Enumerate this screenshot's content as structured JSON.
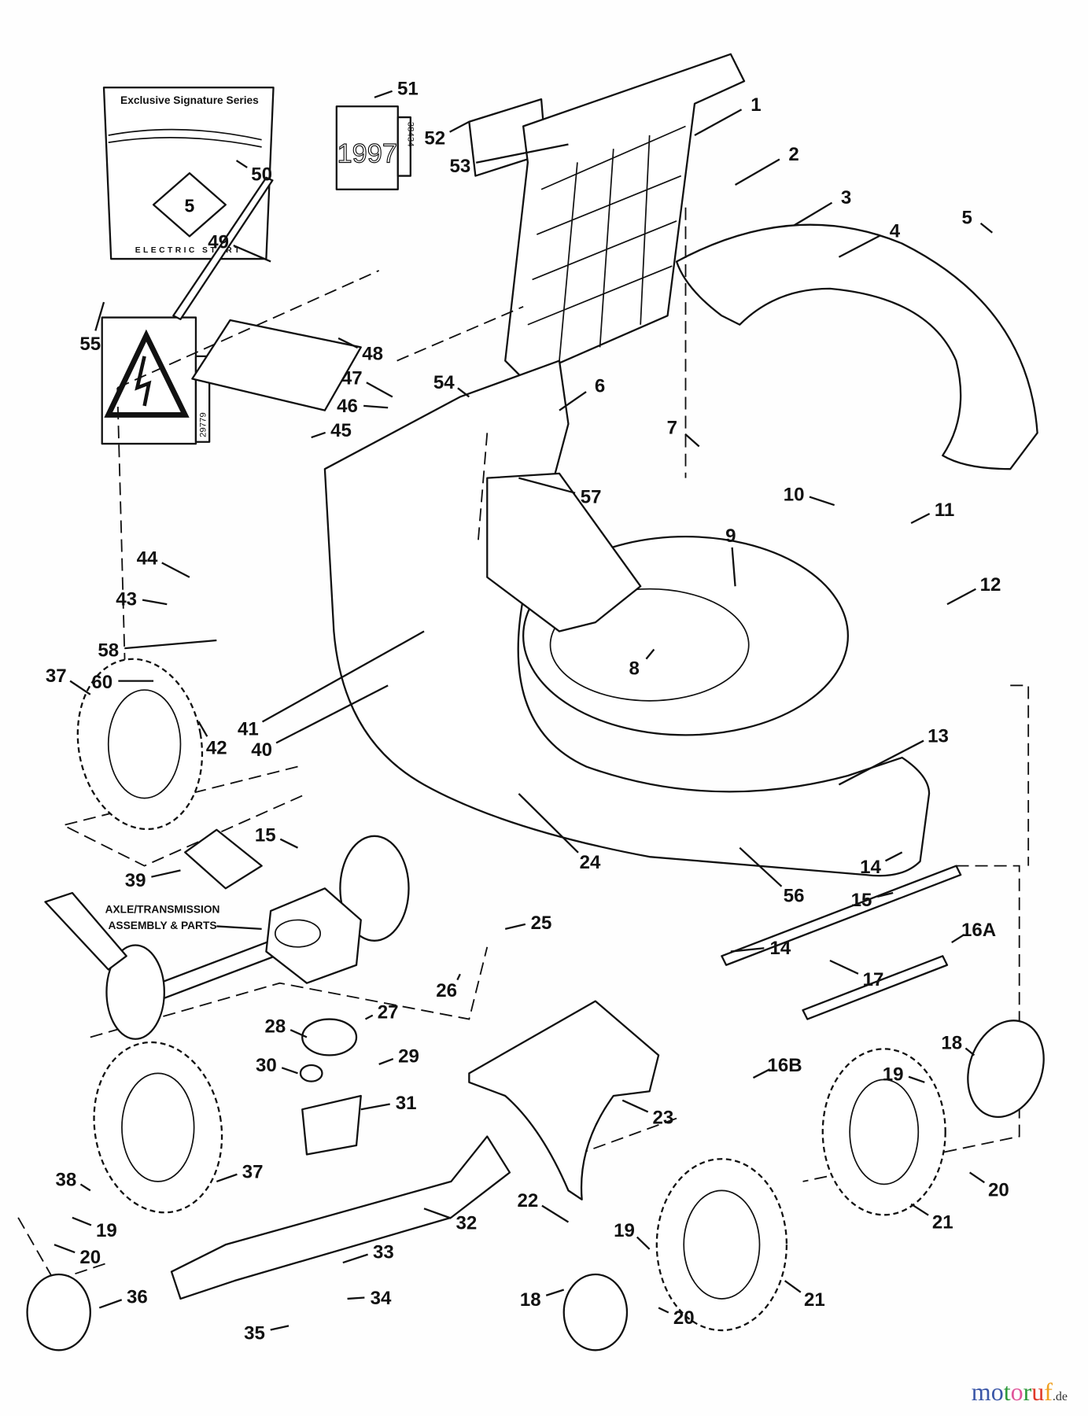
{
  "diagram": {
    "callouts": [
      "1",
      "2",
      "3",
      "4",
      "5",
      "50",
      "51",
      "52",
      "53",
      "49",
      "48",
      "55",
      "47",
      "46",
      "45",
      "54",
      "6",
      "7",
      "57",
      "10",
      "11",
      "9",
      "12",
      "44",
      "43",
      "58",
      "60",
      "41",
      "40",
      "37",
      "42",
      "8",
      "13",
      "24",
      "56",
      "15",
      "39",
      "25",
      "26",
      "14",
      "15",
      "16A",
      "17",
      "14",
      "27",
      "28",
      "29",
      "30",
      "31",
      "16B",
      "18",
      "19",
      "20",
      "21",
      "23",
      "37",
      "38",
      "19",
      "20",
      "32",
      "22",
      "33",
      "36",
      "35",
      "34",
      "19",
      "18",
      "21",
      "20"
    ],
    "assembly_note_line1": "AXLE/TRANSMISSION",
    "assembly_note_line2": "ASSEMBLY & PARTS",
    "decals": {
      "signature_series": "Exclusive Signature Series",
      "electric_start": "ELECTRIC START",
      "year": "1997",
      "year_code": "38434",
      "warning_code": "29779"
    }
  },
  "watermark": {
    "name": "motoruf",
    "tld": ".de",
    "colors": [
      "#3b57a8",
      "#3b57a8",
      "#2e9a3c",
      "#e0559a",
      "#2e9a3c",
      "#e03a2a",
      "#f0a020",
      "#f0c020"
    ]
  }
}
